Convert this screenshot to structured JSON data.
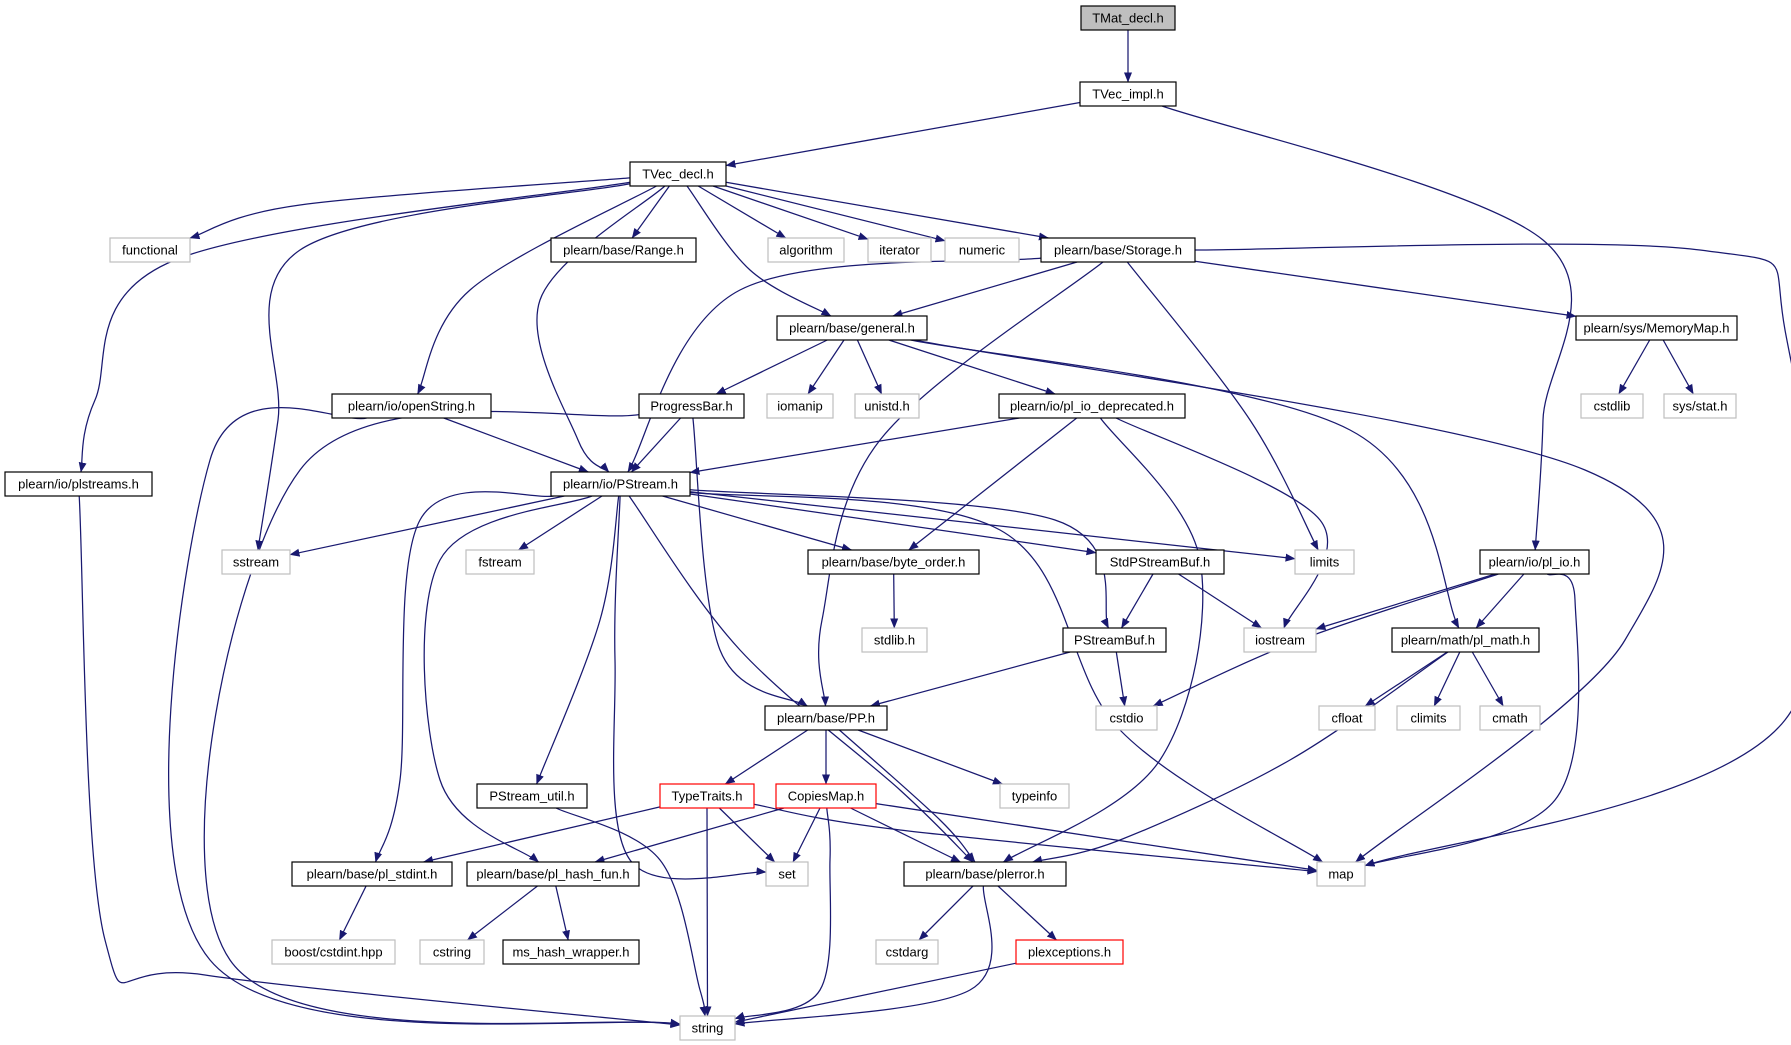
{
  "colors": {
    "edge": "#191970",
    "border_normal": "#000000",
    "border_missing": "#bfbfbf",
    "border_truncated": "#ff0000",
    "fill_root": "#bfbfbf",
    "fill_default": "#ffffff"
  },
  "nodes": [
    {
      "id": "tmat_decl",
      "label": "TMat_decl.h",
      "kind": "root"
    },
    {
      "id": "tvec_impl",
      "label": "TVec_impl.h",
      "kind": "normal"
    },
    {
      "id": "tvec_decl",
      "label": "TVec_decl.h",
      "kind": "normal"
    },
    {
      "id": "functional",
      "label": "functional",
      "kind": "missing"
    },
    {
      "id": "range",
      "label": "plearn/base/Range.h",
      "kind": "normal"
    },
    {
      "id": "algorithm",
      "label": "algorithm",
      "kind": "missing"
    },
    {
      "id": "iterator",
      "label": "iterator",
      "kind": "missing"
    },
    {
      "id": "numeric",
      "label": "numeric",
      "kind": "missing"
    },
    {
      "id": "storage",
      "label": "plearn/base/Storage.h",
      "kind": "normal"
    },
    {
      "id": "general",
      "label": "plearn/base/general.h",
      "kind": "normal"
    },
    {
      "id": "memorymap",
      "label": "plearn/sys/MemoryMap.h",
      "kind": "normal"
    },
    {
      "id": "cstdlib",
      "label": "cstdlib",
      "kind": "missing"
    },
    {
      "id": "sysstat",
      "label": "sys/stat.h",
      "kind": "missing"
    },
    {
      "id": "openstring",
      "label": "plearn/io/openString.h",
      "kind": "normal"
    },
    {
      "id": "progressbar",
      "label": "ProgressBar.h",
      "kind": "normal"
    },
    {
      "id": "iomanip",
      "label": "iomanip",
      "kind": "missing"
    },
    {
      "id": "unistd",
      "label": "unistd.h",
      "kind": "missing"
    },
    {
      "id": "pliodep",
      "label": "plearn/io/pl_io_deprecated.h",
      "kind": "normal"
    },
    {
      "id": "plstreams",
      "label": "plearn/io/plstreams.h",
      "kind": "normal"
    },
    {
      "id": "pstream",
      "label": "plearn/io/PStream.h",
      "kind": "normal"
    },
    {
      "id": "sstream",
      "label": "sstream",
      "kind": "missing"
    },
    {
      "id": "fstream",
      "label": "fstream",
      "kind": "missing"
    },
    {
      "id": "byteorder",
      "label": "plearn/base/byte_order.h",
      "kind": "normal"
    },
    {
      "id": "stdpsbuf",
      "label": "StdPStreamBuf.h",
      "kind": "normal"
    },
    {
      "id": "limits",
      "label": "limits",
      "kind": "missing"
    },
    {
      "id": "plio",
      "label": "plearn/io/pl_io.h",
      "kind": "normal"
    },
    {
      "id": "stdlibh",
      "label": "stdlib.h",
      "kind": "missing"
    },
    {
      "id": "psbuf",
      "label": "PStreamBuf.h",
      "kind": "normal"
    },
    {
      "id": "iostream",
      "label": "iostream",
      "kind": "missing"
    },
    {
      "id": "plmath",
      "label": "plearn/math/pl_math.h",
      "kind": "normal"
    },
    {
      "id": "cstdio",
      "label": "cstdio",
      "kind": "missing"
    },
    {
      "id": "cfloat",
      "label": "cfloat",
      "kind": "missing"
    },
    {
      "id": "climits",
      "label": "climits",
      "kind": "missing"
    },
    {
      "id": "cmath",
      "label": "cmath",
      "kind": "missing"
    },
    {
      "id": "pp",
      "label": "plearn/base/PP.h",
      "kind": "normal"
    },
    {
      "id": "psutil",
      "label": "PStream_util.h",
      "kind": "normal"
    },
    {
      "id": "typetraits",
      "label": "TypeTraits.h",
      "kind": "truncated"
    },
    {
      "id": "copiesmap",
      "label": "CopiesMap.h",
      "kind": "truncated"
    },
    {
      "id": "typeinfo",
      "label": "typeinfo",
      "kind": "missing"
    },
    {
      "id": "plstdint",
      "label": "plearn/base/pl_stdint.h",
      "kind": "normal"
    },
    {
      "id": "plhash",
      "label": "plearn/base/pl_hash_fun.h",
      "kind": "normal"
    },
    {
      "id": "set",
      "label": "set",
      "kind": "missing"
    },
    {
      "id": "plerror",
      "label": "plearn/base/plerror.h",
      "kind": "normal"
    },
    {
      "id": "map",
      "label": "map",
      "kind": "missing"
    },
    {
      "id": "boostcstdint",
      "label": "boost/cstdint.hpp",
      "kind": "missing"
    },
    {
      "id": "cstring",
      "label": "cstring",
      "kind": "missing"
    },
    {
      "id": "mshash",
      "label": "ms_hash_wrapper.h",
      "kind": "normal"
    },
    {
      "id": "cstdarg",
      "label": "cstdarg",
      "kind": "missing"
    },
    {
      "id": "plexceptions",
      "label": "plexceptions.h",
      "kind": "truncated"
    },
    {
      "id": "string",
      "label": "string",
      "kind": "missing"
    }
  ],
  "edges": [
    [
      "tmat_decl",
      "tvec_impl"
    ],
    [
      "tvec_impl",
      "tvec_decl"
    ],
    [
      "tvec_impl",
      "plio"
    ],
    [
      "tvec_decl",
      "functional"
    ],
    [
      "tvec_decl",
      "range"
    ],
    [
      "tvec_decl",
      "algorithm"
    ],
    [
      "tvec_decl",
      "iterator"
    ],
    [
      "tvec_decl",
      "numeric"
    ],
    [
      "tvec_decl",
      "storage"
    ],
    [
      "tvec_decl",
      "general"
    ],
    [
      "tvec_decl",
      "openstring"
    ],
    [
      "tvec_decl",
      "plstreams"
    ],
    [
      "tvec_decl",
      "sstream"
    ],
    [
      "tvec_decl",
      "pstream"
    ],
    [
      "storage",
      "general"
    ],
    [
      "storage",
      "memorymap"
    ],
    [
      "storage",
      "pstream"
    ],
    [
      "storage",
      "pp"
    ],
    [
      "storage",
      "limits"
    ],
    [
      "storage",
      "map"
    ],
    [
      "memorymap",
      "cstdlib"
    ],
    [
      "memorymap",
      "sysstat"
    ],
    [
      "general",
      "progressbar"
    ],
    [
      "general",
      "iomanip"
    ],
    [
      "general",
      "unistd"
    ],
    [
      "general",
      "pliodep"
    ],
    [
      "general",
      "plmath"
    ],
    [
      "general",
      "map"
    ],
    [
      "openstring",
      "pstream"
    ],
    [
      "openstring",
      "string"
    ],
    [
      "progressbar",
      "pstream"
    ],
    [
      "progressbar",
      "pp"
    ],
    [
      "progressbar",
      "string"
    ],
    [
      "pliodep",
      "pstream"
    ],
    [
      "pliodep",
      "byteorder"
    ],
    [
      "pliodep",
      "iostream"
    ],
    [
      "pliodep",
      "plerror"
    ],
    [
      "plstreams",
      "string"
    ],
    [
      "pstream",
      "sstream"
    ],
    [
      "pstream",
      "fstream"
    ],
    [
      "pstream",
      "byteorder"
    ],
    [
      "pstream",
      "stdpsbuf"
    ],
    [
      "pstream",
      "limits"
    ],
    [
      "pstream",
      "psbuf"
    ],
    [
      "pstream",
      "map"
    ],
    [
      "pstream",
      "plstdint"
    ],
    [
      "pstream",
      "plhash"
    ],
    [
      "pstream",
      "psutil"
    ],
    [
      "pstream",
      "set"
    ],
    [
      "pstream",
      "plerror"
    ],
    [
      "byteorder",
      "stdlibh"
    ],
    [
      "stdpsbuf",
      "psbuf"
    ],
    [
      "stdpsbuf",
      "iostream"
    ],
    [
      "psbuf",
      "pp"
    ],
    [
      "psbuf",
      "cstdio"
    ],
    [
      "plio",
      "iostream"
    ],
    [
      "plio",
      "plmath"
    ],
    [
      "plio",
      "cstdio"
    ],
    [
      "plio",
      "map"
    ],
    [
      "plmath",
      "cfloat"
    ],
    [
      "plmath",
      "climits"
    ],
    [
      "plmath",
      "cmath"
    ],
    [
      "plmath",
      "plerror"
    ],
    [
      "pp",
      "typetraits"
    ],
    [
      "pp",
      "copiesmap"
    ],
    [
      "pp",
      "typeinfo"
    ],
    [
      "pp",
      "plerror"
    ],
    [
      "psutil",
      "string"
    ],
    [
      "typetraits",
      "plstdint"
    ],
    [
      "typetraits",
      "set"
    ],
    [
      "typetraits",
      "map"
    ],
    [
      "typetraits",
      "string"
    ],
    [
      "copiesmap",
      "plhash"
    ],
    [
      "copiesmap",
      "set"
    ],
    [
      "copiesmap",
      "plerror"
    ],
    [
      "copiesmap",
      "map"
    ],
    [
      "copiesmap",
      "string"
    ],
    [
      "plstdint",
      "boostcstdint"
    ],
    [
      "plhash",
      "cstring"
    ],
    [
      "plhash",
      "mshash"
    ],
    [
      "plerror",
      "cstdarg"
    ],
    [
      "plerror",
      "plexceptions"
    ],
    [
      "plerror",
      "string"
    ],
    [
      "plexceptions",
      "string"
    ]
  ]
}
